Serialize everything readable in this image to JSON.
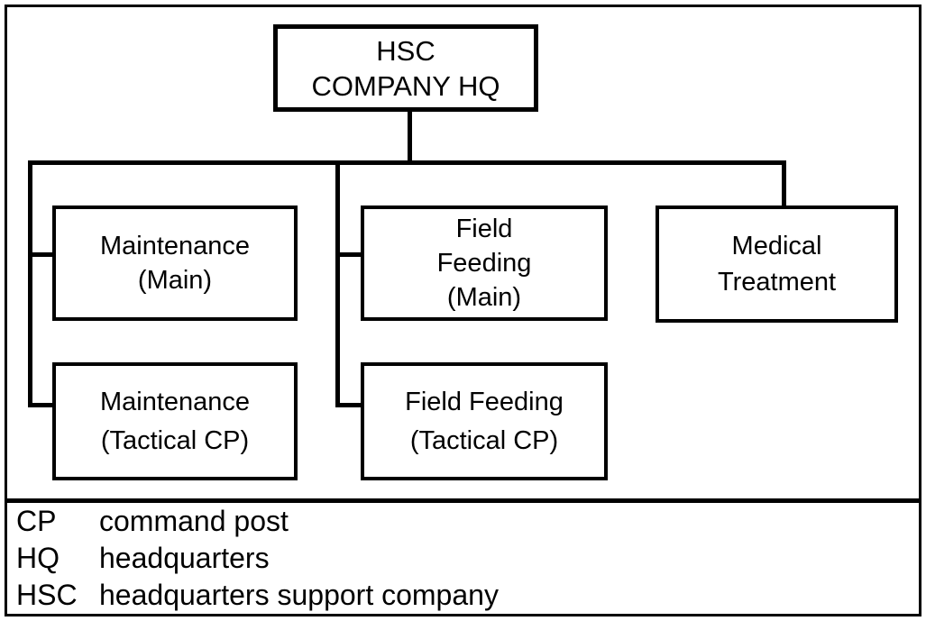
{
  "figure": {
    "type": "org-chart",
    "colors": {
      "line": "#000000",
      "background": "#ffffff",
      "text": "#000000"
    },
    "root": {
      "id": "hsc-company-hq",
      "lines": [
        "HSC",
        "COMPANY HQ"
      ]
    },
    "nodes": [
      {
        "id": "maintenance-main",
        "lines": [
          "Maintenance",
          "(Main)"
        ]
      },
      {
        "id": "field-feeding-main",
        "lines": [
          "Field",
          "Feeding",
          "(Main)"
        ]
      },
      {
        "id": "medical-treatment",
        "lines": [
          "Medical",
          "Treatment"
        ]
      },
      {
        "id": "maintenance-tactical-cp",
        "lines": [
          "Maintenance",
          "(Tactical CP)"
        ]
      },
      {
        "id": "field-feeding-tactical-cp",
        "lines": [
          "Field Feeding",
          "(Tactical CP)"
        ]
      }
    ],
    "edges": [
      {
        "from": "hsc-company-hq",
        "to": "maintenance-main"
      },
      {
        "from": "hsc-company-hq",
        "to": "field-feeding-main"
      },
      {
        "from": "hsc-company-hq",
        "to": "medical-treatment"
      },
      {
        "from": "hsc-company-hq",
        "to": "maintenance-tactical-cp"
      },
      {
        "from": "hsc-company-hq",
        "to": "field-feeding-tactical-cp"
      }
    ]
  },
  "legend": {
    "entries": [
      {
        "abbr": "CP",
        "definition": "command post"
      },
      {
        "abbr": "HQ",
        "definition": "headquarters"
      },
      {
        "abbr": "HSC",
        "definition": "headquarters support company"
      }
    ]
  }
}
